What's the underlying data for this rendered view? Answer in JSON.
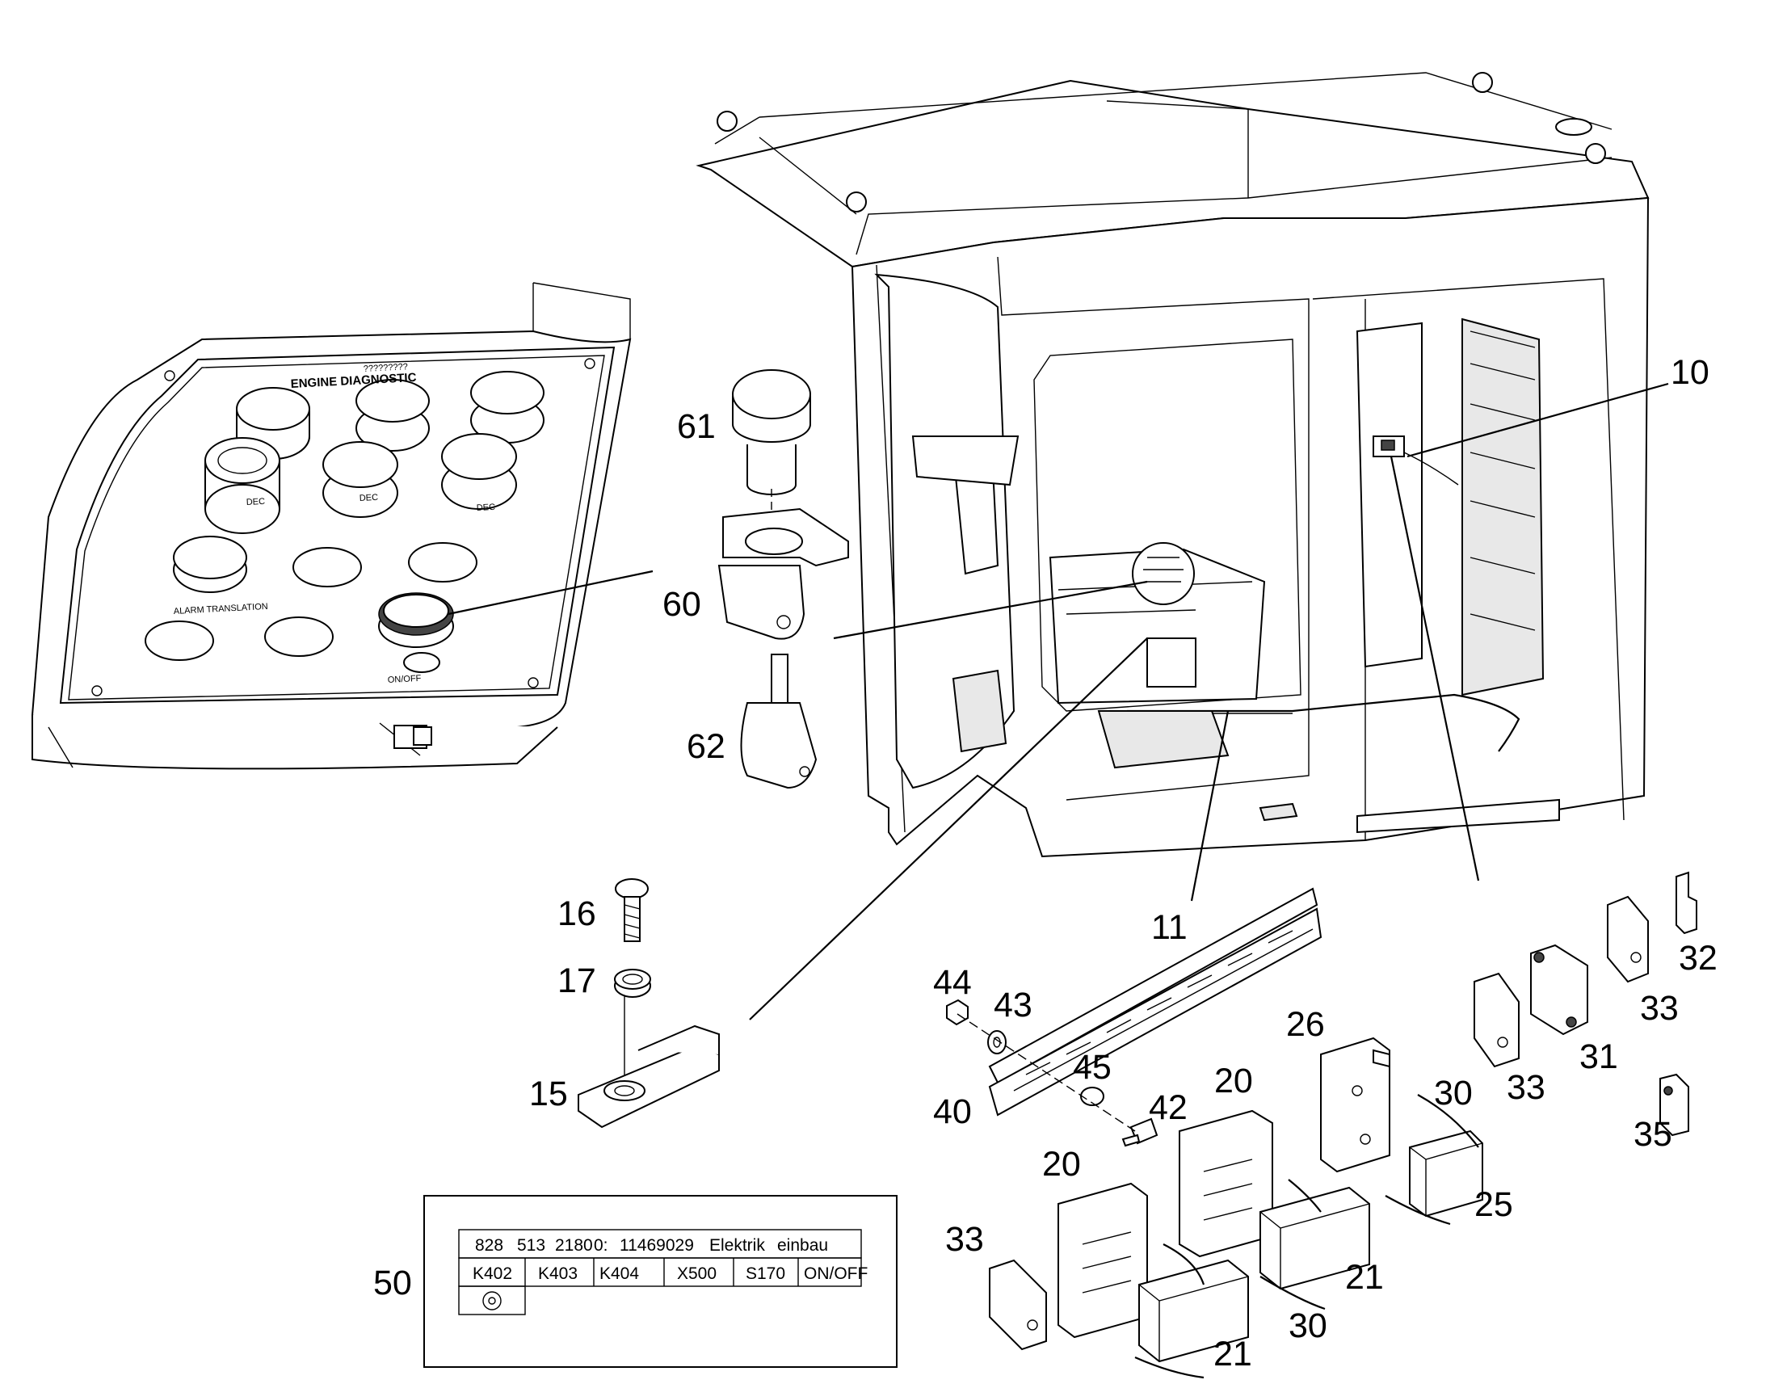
{
  "panel": {
    "title_top": "?????????",
    "title_main": "ENGINE DIAGNOSTIC",
    "labels": [
      "DEC",
      "DEC",
      "DEC",
      "ALARM TRANSLATION",
      "ON/OFF"
    ]
  },
  "callouts": {
    "c10": "10",
    "c11": "11",
    "c15": "15",
    "c16": "16",
    "c17": "17",
    "c20a": "20",
    "c20b": "20",
    "c21a": "21",
    "c21b": "21",
    "c25": "25",
    "c26": "26",
    "c30a": "30",
    "c30b": "30",
    "c31": "31",
    "c32": "32",
    "c33a": "33",
    "c33b": "33",
    "c33c": "33",
    "c35": "35",
    "c40": "40",
    "c42": "42",
    "c43": "43",
    "c44": "44",
    "c45": "45",
    "c50": "50",
    "c60": "60",
    "c61": "61",
    "c62": "62"
  },
  "label_plate": {
    "header": [
      "828",
      "513",
      "2180",
      "0:",
      "11469029",
      "Elektrik",
      "einbau"
    ],
    "cells": [
      "K402",
      "K403",
      "K404",
      "X500",
      "S170",
      "ON/OFF"
    ]
  }
}
